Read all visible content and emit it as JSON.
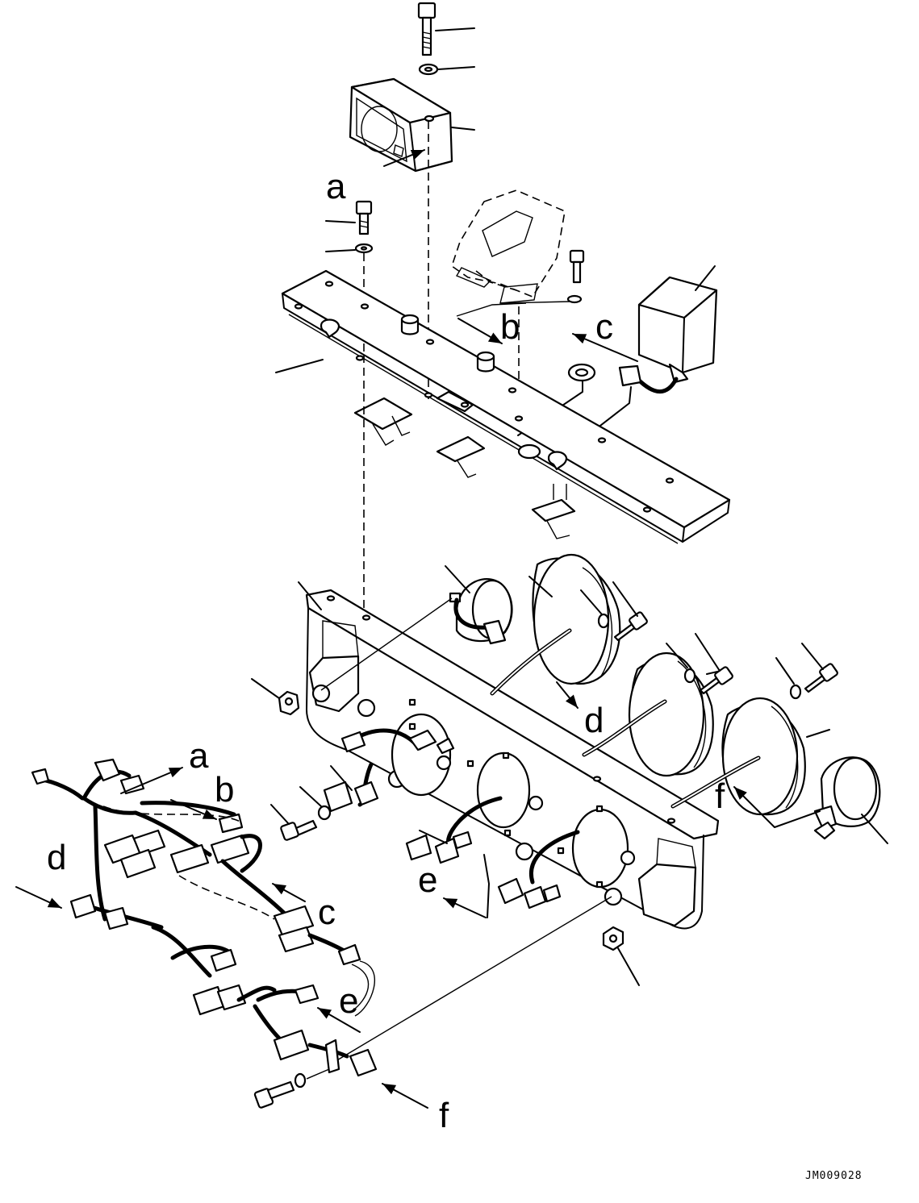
{
  "drawing_code": "JM009028",
  "reference_letters": {
    "a1": "a",
    "a2": "a",
    "b1": "b",
    "b2": "b",
    "c1": "c",
    "c2": "c",
    "d1": "d",
    "d2": "d",
    "e1": "e",
    "e2": "e",
    "f1": "f",
    "f2": "f"
  }
}
